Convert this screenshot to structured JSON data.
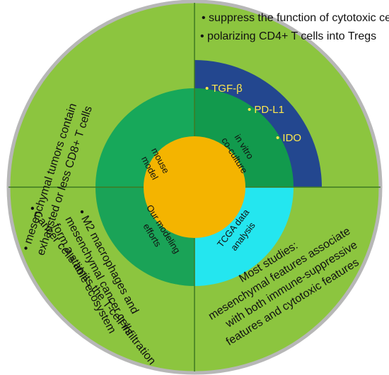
{
  "colors": {
    "outer_ring": "#8cc53f",
    "outer_border": "#b7b7b7",
    "middle_green": "#6db33f",
    "blue_band": "#23478f",
    "inner_ring_dark": "#0f9b4a",
    "inner_ring_light": "#17a85a",
    "cyan": "#24e6ef",
    "center": "#f4b400",
    "highlight_text": "#ffe84d"
  },
  "quadrants": {
    "top_left": {
      "bullets": [
        "mesenchymal tumors contain",
        "exhausted or less CD8+ T cells"
      ]
    },
    "top_right": {
      "bullets": [
        "• suppress the function of cytotoxic cells",
        "• polarizing CD4+ T cells into Tregs"
      ],
      "highlights": [
        "• TGF-β",
        "• PD-L1",
        "• IDO"
      ]
    },
    "bottom_left": {
      "bullets": [
        "• M2 macrophages and",
        "mesenchymal cancer cells",
        "form a stable ecosystem",
        "• Cancer cells limits the T-cell infiltration"
      ]
    },
    "bottom_right": {
      "lines": [
        "Most studies:",
        "mesenchymal features associate",
        "with both immune-suppressive",
        "features and cytotoxic features"
      ]
    }
  },
  "inner_ring": {
    "top_left": [
      "mouse",
      "model"
    ],
    "top_right": [
      "in vitro",
      "co-culture"
    ],
    "bottom_left": [
      "Our modeling",
      "efforts"
    ],
    "bottom_right": [
      "TCGA data",
      "analysis"
    ]
  }
}
